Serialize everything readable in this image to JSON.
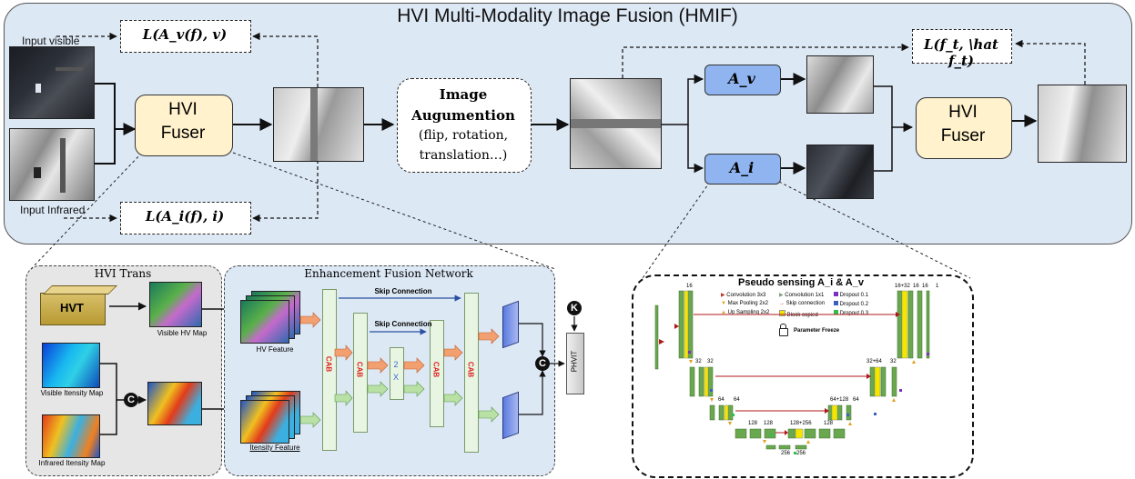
{
  "title": "HVI Multi-Modality Image Fusion (HMIF)",
  "inputs": {
    "visible": "Input visible",
    "infrared": "Input Infrared"
  },
  "fuser": {
    "line1": "HVI",
    "line2": "Fuser"
  },
  "losses": {
    "visible": "L(A_v(f), v)",
    "infrared": "L(A_i(f), i)",
    "target": "L(f_t, \\hat f_t)"
  },
  "augmentation": {
    "line1": "Image",
    "line2": "Augumention",
    "line3": "(flip, rotation,",
    "line4": "translation…)"
  },
  "pseudo_nodes": {
    "visible": "A_v",
    "infrared": "A_i"
  },
  "hvi_trans": {
    "title": "HVI Trans",
    "hvt_label": "HVT",
    "visible_hv_map": "Visible HV Map",
    "visible_intensity_map": "Visible Itensity Map",
    "infrared_intensity_map": "Infrared Itensity Map",
    "concat_symbol": "C"
  },
  "efn": {
    "title": "Enhancement Fusion Network",
    "hv_feature": "HV Feature",
    "intensity_feature": "Itensity Feature",
    "cab_label": "CAB",
    "skip_connection": "Skip Connection",
    "scale": {
      "top": "2",
      "bottom": "X"
    },
    "concat_symbol": "C",
    "k_symbol": "K",
    "phvit_label": "PHVIT"
  },
  "pseudo_sensing": {
    "title": "Pseudo sensing A_i & A_v",
    "legend": [
      {
        "label": "Convolution 3x3",
        "color": "#c0392b"
      },
      {
        "label": "Convolution 1x1",
        "color": "#7f9f7f"
      },
      {
        "label": "Dropout 0.1",
        "color": "#7b2fbf"
      },
      {
        "label": "Max Pooling 2x2",
        "color": "#e0a020"
      },
      {
        "label": "Skip connection",
        "color": "#c0392b"
      },
      {
        "label": "Dropout 0.2",
        "color": "#3a5fbf"
      },
      {
        "label": "Up Sampling 2x2",
        "color": "#e0a020"
      },
      {
        "label": "Block copied",
        "color": "#f5e600"
      },
      {
        "label": "Dropout 0.3",
        "color": "#2fbf4f"
      }
    ],
    "freeze_label": "Parameter Freeze",
    "channel_labels": {
      "enc1": "16",
      "enc2": "32",
      "enc2b": "32",
      "enc3": "64",
      "enc3b": "64",
      "enc4": "128",
      "enc4b": "128",
      "bottom1": "256",
      "bottom2": "256",
      "dec4": "128+256",
      "dec4b": "128",
      "dec3": "64+128",
      "dec3b": "64",
      "dec2": "32+64",
      "dec2b": "32",
      "dec1": "16+32",
      "dec1b": "16",
      "dec1c": "16",
      "out": "1"
    }
  },
  "colors": {
    "main_panel": "#dde8f5",
    "fuser_fill": "#fff2cc",
    "node_fill": "#8fb4f0",
    "cab_fill": "#e8f5e2",
    "block_green": "#6aa84f",
    "block_yellow": "#f5e600"
  }
}
